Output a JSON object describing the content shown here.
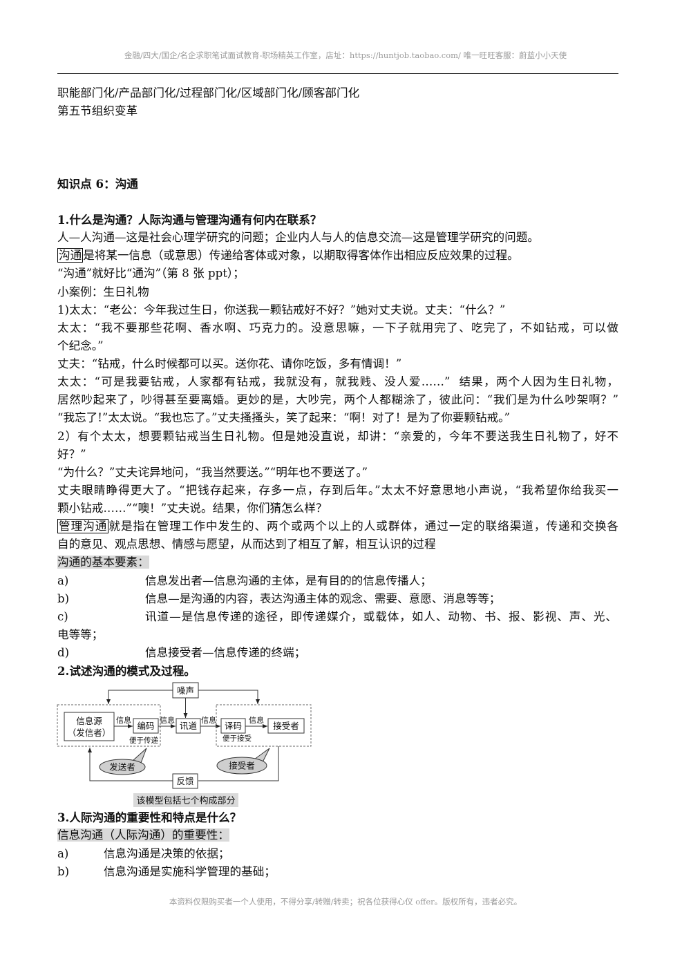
{
  "colors": {
    "highlight": "#d9d9d9",
    "header_text": "#9a9a9a",
    "bubble_fill": "#cfcfcf"
  },
  "header": {
    "text": "金融/四大/国企/名企求职笔试面试教育-职场精英工作室，店址：https://huntjob.taobao.com/  唯一旺旺客服：蔚蓝小小天使"
  },
  "intro": {
    "line1": "职能部门化/产品部门化/过程部门化/区域部门化/顾客部门化",
    "line2": "第五节组织变革"
  },
  "section_title": "知识点 6：沟通",
  "q1": {
    "title": "1.什么是沟通？人际沟通与管理沟通有何内在联系？",
    "intro": "人—人沟通—这是社会心理学研究的问题；企业内人与人的信息交流—这是管理学研究的问题。",
    "def_term": "沟通",
    "def_text": "是将某一信息（或意思）传递给客体或对象，以期取得客体作出相应反应效果的过程。",
    "analogy": "“沟通”就好比“通沟”（第 8 张 ppt）；",
    "case_title": "小案例：生日礼物",
    "case_lines": [
      "1)太太：“老公：今年我过生日，你送我一颗钻戒好不好？”她对丈夫说。丈夫：“什么？”",
      "太太：“我不要那些花啊、香水啊、巧克力的。没意思嘛，一下子就用完了、吃完了，不如钻戒，可以做",
      "个纪念。”",
      "丈夫：“钻戒，什么时候都可以买。送你花、请你吃饭，多有情调！”",
      "太太：“可是我要钻戒，人家都有钻戒，我就没有，就我贱、没人爱……”  结果，两个人因为生日礼物，",
      "居然吵起来了，吵得甚至要离婚。更妙的是，大吵完，两个人都糊涂了，彼此问：“我们是为什么吵架啊？”",
      "“我忘了!”太太说。“我也忘了。”丈夫搔搔头，笑了起来：“啊！对了！是为了你要颗钻戒。”",
      "2）有个太太，想要颗钻戒当生日礼物。但是她没直说，却讲：“亲爱的，今年不要送我生日礼物了，好不",
      "好？”",
      "“为什么？”丈夫诧异地问，“我当然要送。”“明年也不要送了。”",
      "丈夫眼睛睁得更大了。“把钱存起来，存多一点，存到后年。”太太不好意思地小声说，“我希望你给我买一",
      "颗小钻戒……”“噢！”丈夫说。结果，你们猜怎么样？"
    ],
    "mgmt_term": "管理沟通",
    "mgmt_text_1": "就是指在管理工作中发生的、两个或两个以上的人或群体，通过一定的联络渠道，传递和交换各",
    "mgmt_text_2": "自的意见、观点思想、情感与愿望，从而达到了相互了解，相互认识的过程",
    "elements_title": "沟通的基本要素：",
    "elements": [
      {
        "label": "a)",
        "text": "信息发出者—信息沟通的主体，是有目的的信息传播人；"
      },
      {
        "label": "b)",
        "text": "信息—是沟通的内容，表达沟通主体的观念、需要、意愿、消息等等；"
      },
      {
        "label": "c)",
        "text": "讯道—是信息传递的途径，即传递媒介，或载体，如人、动物、书、报、影视、声、光、",
        "continuation": "电等等；"
      },
      {
        "label": "d)",
        "text": "信息接受者—信息传递的终端；"
      }
    ]
  },
  "q2": {
    "title": "2.试述沟通的模式及过程。",
    "diagram": {
      "noise": "噪声",
      "source_line1": "信息源",
      "source_line2": "（发信者）",
      "encode": "编码",
      "channel": "讯道",
      "decode": "译码",
      "receiver": "接受者",
      "info_labels": [
        "信息",
        "信息",
        "信息",
        "信息"
      ],
      "easy_transmit": "便于传递",
      "easy_receive": "便于接受",
      "sender_bubble": "发送者",
      "receiver_bubble": "接受者",
      "feedback": "反馈"
    },
    "caption": "该模型包括七个构成部分"
  },
  "q3": {
    "title": "3.人际沟通的重要性和特点是什么？",
    "importance_title": "信息沟通（人际沟通）的重要性：",
    "items": [
      {
        "label": "a)",
        "text": "信息沟通是决策的依据；"
      },
      {
        "label": "b)",
        "text": "信息沟通是实施科学管理的基础；"
      }
    ]
  },
  "footer": {
    "text": "本资料仅限购买者一个人使用，不得分享/转赠/转卖；祝各位获得心仪 offer。版权所有，违者必究。"
  }
}
